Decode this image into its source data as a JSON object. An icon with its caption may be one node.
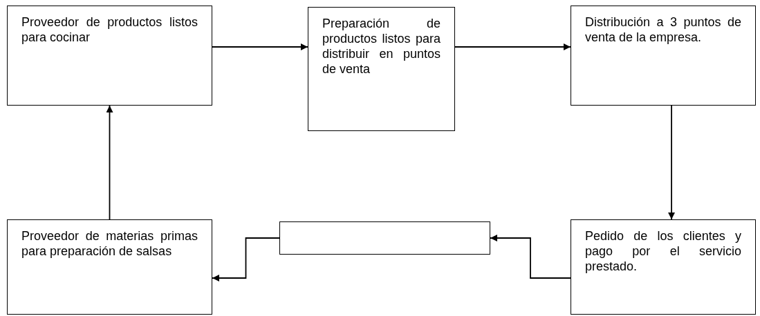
{
  "diagram": {
    "nodes": [
      {
        "text": [
          "Proveedor de productos listos para cocinar"
        ]
      },
      {
        "text": [
          "Preparación de productos listos para distribuir en puntos de venta"
        ]
      },
      {
        "text": [
          "Distribución a 3 puntos de venta de la empresa."
        ]
      },
      {
        "text": [
          "Pedido de los clientes y pago por el servicio prestado."
        ]
      },
      {
        "text": [],
        "shape": "box"
      },
      {
        "text": [
          "Proveedor de materias primas para preparación de salsas"
        ]
      }
    ],
    "edges": [
      {
        "from": 0,
        "to": 1,
        "arrow": "to"
      },
      {
        "from": 1,
        "to": 2,
        "arrow": "to"
      },
      {
        "from": 2,
        "to": 3,
        "arrow": "to"
      },
      {
        "from": 3,
        "to": 4,
        "arrow": "to"
      },
      {
        "from": 4,
        "to": 5,
        "arrow": "to"
      },
      {
        "from": 5,
        "to": 0,
        "arrow": "to"
      }
    ]
  }
}
